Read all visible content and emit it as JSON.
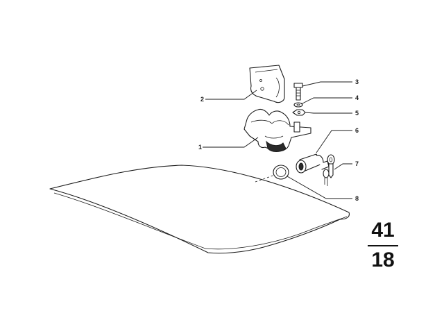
{
  "diagram": {
    "callouts": [
      {
        "id": "1",
        "label": "1"
      },
      {
        "id": "2",
        "label": "2"
      },
      {
        "id": "3",
        "label": "3"
      },
      {
        "id": "4",
        "label": "4"
      },
      {
        "id": "5",
        "label": "5"
      },
      {
        "id": "6",
        "label": "6"
      },
      {
        "id": "7",
        "label": "7"
      },
      {
        "id": "8",
        "label": "8"
      }
    ],
    "group_number": {
      "top": "41",
      "bottom": "18"
    }
  }
}
